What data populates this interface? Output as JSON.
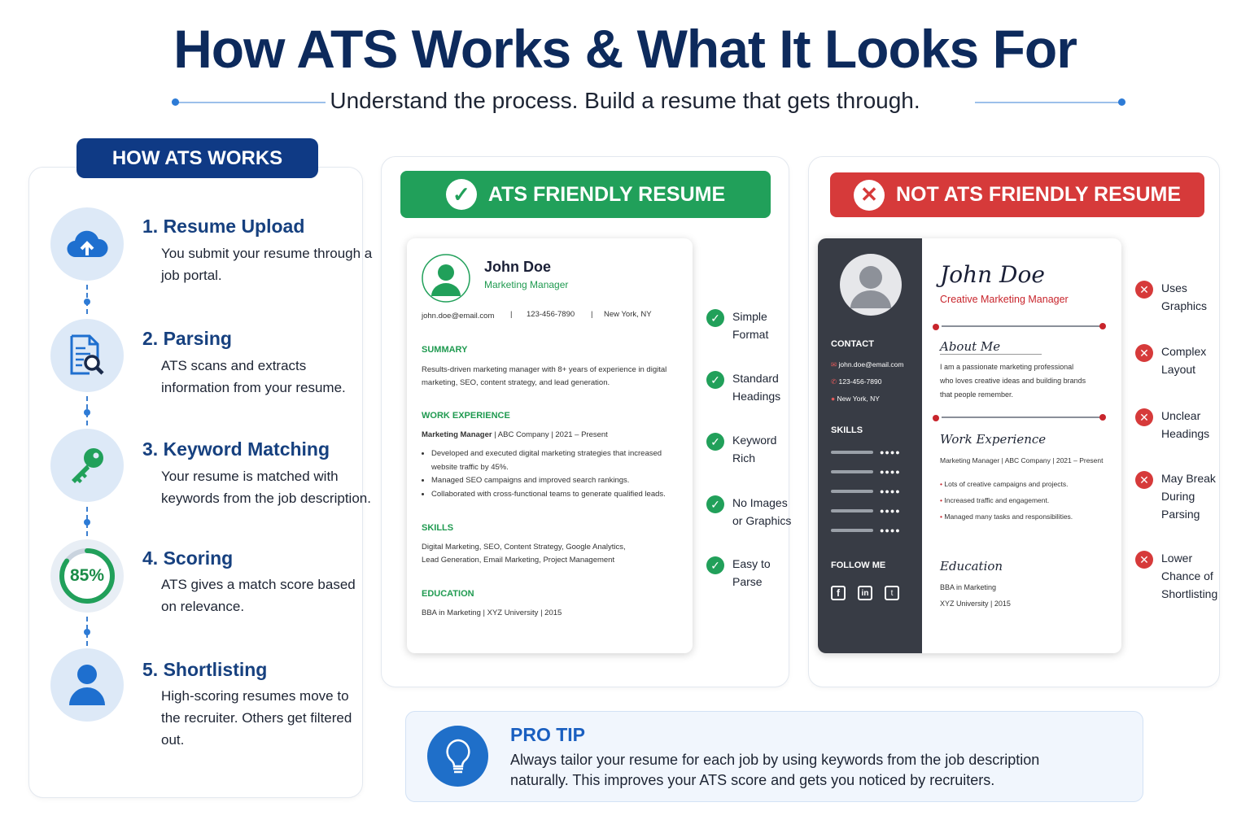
{
  "title": "How ATS Works & What It Looks For",
  "subtitle": "Understand the process. Build a resume that gets through.",
  "how": {
    "badge": "HOW ATS WORKS",
    "steps": [
      {
        "title": "1. Resume Upload",
        "desc": "You submit your resume through a job portal.",
        "icon": "cloud-upload-icon"
      },
      {
        "title": "2. Parsing",
        "desc": "ATS scans and extracts information from your resume.",
        "icon": "document-search-icon"
      },
      {
        "title": "3. Keyword Matching",
        "desc": "Your resume is matched with keywords from the job description.",
        "icon": "key-icon"
      },
      {
        "title": "4. Scoring",
        "desc": "ATS gives a match score based on relevance.",
        "icon": "score-gauge-icon",
        "score": "85%",
        "score_value": 85
      },
      {
        "title": "5. Shortlisting",
        "desc": "High-scoring resumes move to the recruiter. Others get filtered out.",
        "icon": "user-icon"
      }
    ]
  },
  "friendly": {
    "header": "ATS FRIENDLY RESUME",
    "color": "#21a05a",
    "resume": {
      "name": "John Doe",
      "role": "Marketing Manager",
      "email": "john.doe@email.com",
      "phone": "123-456-7890",
      "location": "New York, NY",
      "summary_h": "SUMMARY",
      "summary": "Results-driven marketing manager with 8+ years of experience in digital marketing, SEO, content strategy, and lead generation.",
      "work_h": "WORK EXPERIENCE",
      "job_title": "Marketing Manager",
      "job_rest": "|  ABC Company  |  2021 – Present",
      "bullets": [
        "Developed and executed digital marketing strategies that increased website traffic by 45%.",
        "Managed SEO campaigns and improved search rankings.",
        "Collaborated with cross-functional teams to generate qualified leads."
      ],
      "skills_h": "SKILLS",
      "skills": "Digital Marketing, SEO, Content Strategy, Google Analytics, Lead Generation, Email Marketing, Project Management",
      "edu_h": "EDUCATION",
      "edu": "BBA in Marketing  |  XYZ University  |  2015"
    },
    "checks": [
      "Simple Format",
      "Standard Headings",
      "Keyword Rich",
      "No Images or Graphics",
      "Easy to Parse"
    ]
  },
  "unfriendly": {
    "header": "NOT ATS FRIENDLY RESUME",
    "color": "#d63a3a",
    "resume": {
      "name": "John Doe",
      "role": "Creative Marketing Manager",
      "contact_h": "CONTACT",
      "email": "john.doe@email.com",
      "phone": "123-456-7890",
      "location": "New York, NY",
      "skills_h": "SKILLS",
      "follow_h": "FOLLOW ME",
      "about_h": "About Me",
      "about": "I am a passionate marketing professional who loves creative ideas and building brands that people remember.",
      "work_h": "Work Experience",
      "job": "Marketing Manager | ABC Company | 2021 – Present",
      "bullets": [
        "Lots of creative campaigns and projects.",
        "Increased traffic and engagement.",
        "Managed many tasks and responsibilities."
      ],
      "edu_h": "Education",
      "edu1": "BBA in Marketing",
      "edu2": "XYZ University  |  2015"
    },
    "issues": [
      "Uses Graphics",
      "Complex Layout",
      "Unclear Headings",
      "May Break During Parsing",
      "Lower Chance of Shortlisting"
    ]
  },
  "tip": {
    "title": "PRO TIP",
    "text": "Always tailor your resume for each job by using keywords from the job description naturally. This improves your ATS score and gets you noticed by recruiters."
  }
}
